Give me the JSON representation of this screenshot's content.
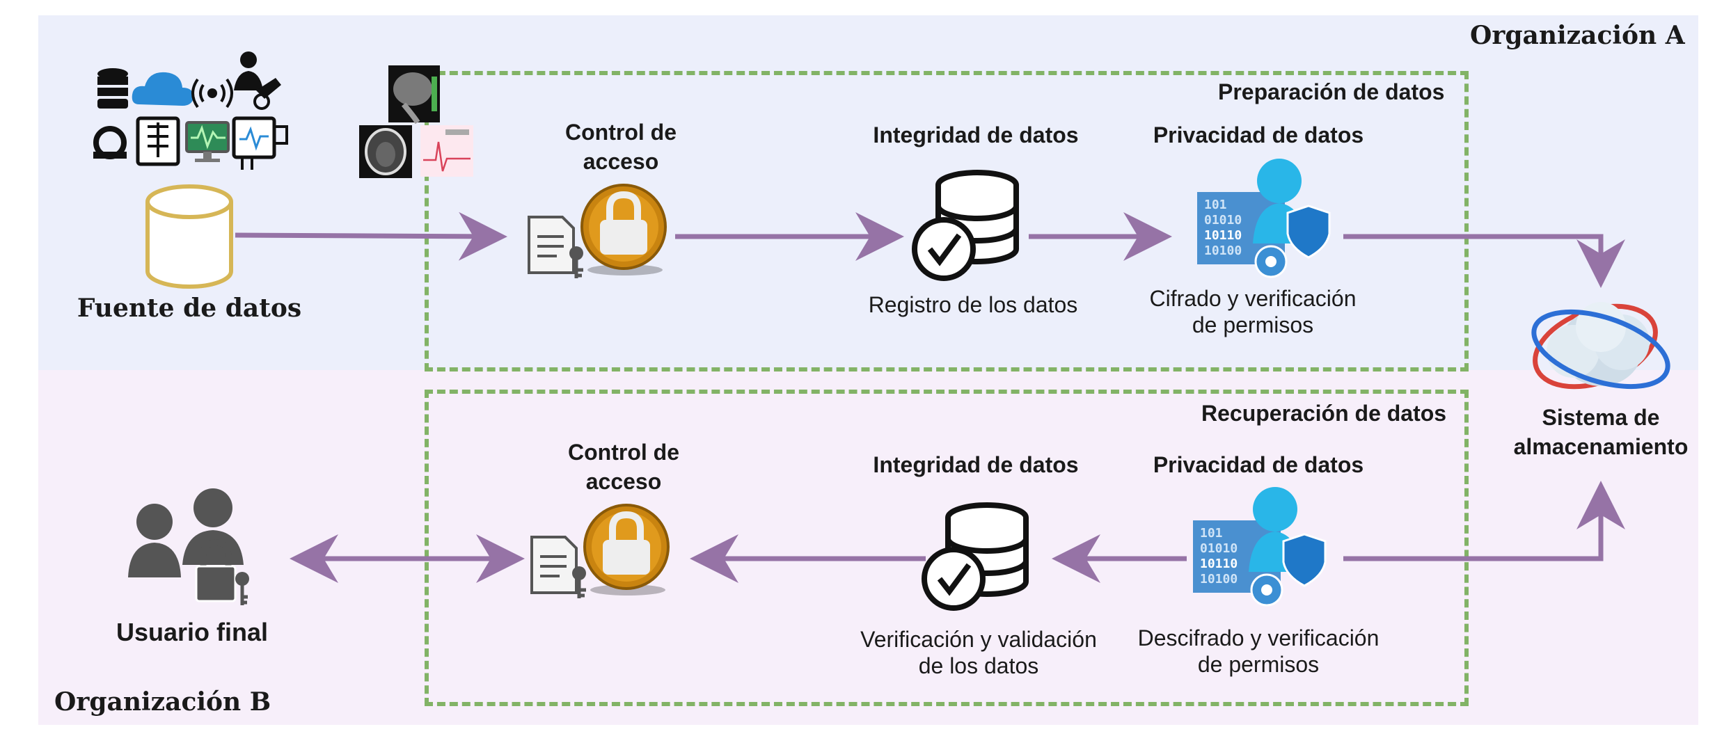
{
  "organizations": {
    "a_label": "Organización A",
    "b_label": "Organización B"
  },
  "source": {
    "label": "Fuente de datos",
    "icons": [
      "database-icon",
      "cloud-icon",
      "wireless-signal-icon",
      "doctor-icon",
      "mri-scanner-icon",
      "xray-icon",
      "monitor-icon",
      "ecg-device-icon"
    ],
    "thumbnails": [
      "brain-mri-sagittal-thumbnail",
      "brain-ct-thumbnail",
      "ecg-report-thumbnail"
    ]
  },
  "preparation": {
    "title": "Preparación de datos",
    "access_title": "Control de\nacceso",
    "integrity_title": "Integridad de datos",
    "integrity_caption": "Registro de los datos",
    "privacy_title": "Privacidad de datos",
    "privacy_caption": "Cifrado y verificación\nde permisos"
  },
  "storage": {
    "label": "Sistema de\nalmacenamiento"
  },
  "recovery": {
    "title": "Recuperación de datos",
    "access_title": "Control de\nacceso",
    "integrity_title": "Integridad de datos",
    "integrity_caption": "Verificación y validación\nde los datos",
    "privacy_title": "Privacidad de datos",
    "privacy_caption": "Descifrado y verificación\nde permisos"
  },
  "end_user": {
    "label": "Usuario final"
  },
  "colors": {
    "arrow": "#9673a6",
    "dashed_box": "#82b366",
    "org_a_bg": "#eceffb",
    "org_b_bg": "#f7effa",
    "cylinder_stroke": "#d6b656",
    "lock_gold": "#c98410",
    "privacy_blue": "#2f8fd3"
  }
}
